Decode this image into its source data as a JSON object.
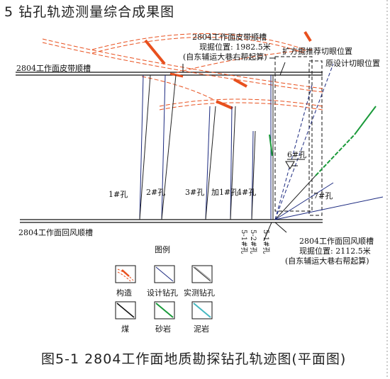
{
  "title": "5 钻孔轨迹测量综合成果图",
  "caption": "图5-1 2804工作面地质勘探钻孔轨迹图(平面图)",
  "annotations": {
    "belt_roadway_top": "2804工作面皮带顺槽",
    "belt_note_line1": "2804工作面皮带顺槽",
    "belt_note_line2": "现掘位置: 1982.5米",
    "belt_note_line3": "(自东辅运大巷右帮起算)",
    "expanded_cut": "扩方掘推荐切眼位置",
    "original_cut": "原设计切眼位置",
    "return_roadway": "2804工作面回风顺槽",
    "return_note_line1": "2804工作面回风顺槽",
    "return_note_line2": "现掘位置: 2112.5米",
    "return_note_line3": "(自东辅运大巷右帮起算)"
  },
  "boreholes": {
    "h1": "1#孔",
    "h2": "2#孔",
    "h3": "3#孔",
    "hadd": "加1#孔",
    "h4": "4#孔",
    "h6": "6#孔",
    "h7": "7#孔",
    "h51": "5-1#孔",
    "h52": "5-2#孔",
    "h5": "5-1#孔"
  },
  "legend": {
    "title": "图例",
    "items": [
      {
        "label": "构造",
        "color": "#e8501e"
      },
      {
        "label": "设计钻孔",
        "color": "#1c2a80"
      },
      {
        "label": "实测钻孔",
        "color": "#222222"
      },
      {
        "label": "煤",
        "color": "#111111"
      },
      {
        "label": "砂岩",
        "color": "#1a9a3a"
      },
      {
        "label": "泥岩",
        "color": "#45b8c0"
      }
    ]
  },
  "colors": {
    "structure": "#e8501e",
    "design_hole": "#1c2a80",
    "measured_hole": "#222222",
    "sandstone": "#1a9a3a",
    "mudstone": "#45b8c0"
  }
}
